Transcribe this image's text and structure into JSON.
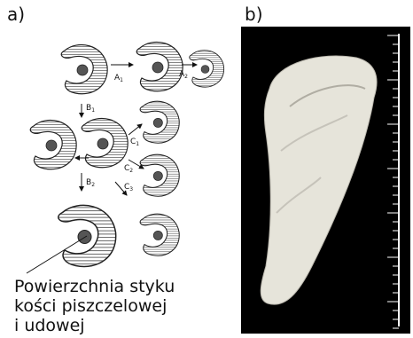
{
  "panels": {
    "a_label": "a)",
    "b_label": "b)"
  },
  "arrows": {
    "a1": "A",
    "a1_sub": "1",
    "a2": "A",
    "a2_sub": "2",
    "b1": "B",
    "b1_sub": "1",
    "b2": "B",
    "b2_sub": "2",
    "c1": "C",
    "c1_sub": "1",
    "c2": "C",
    "c2_sub": "2",
    "c3": "C",
    "c3_sub": "3"
  },
  "caption": {
    "line1": "Powierzchnia styku",
    "line2": "kości piszczelowej",
    "line3": "i udowej"
  },
  "colors": {
    "photo_bg": "#000000",
    "tissue": "#e6e4da"
  }
}
